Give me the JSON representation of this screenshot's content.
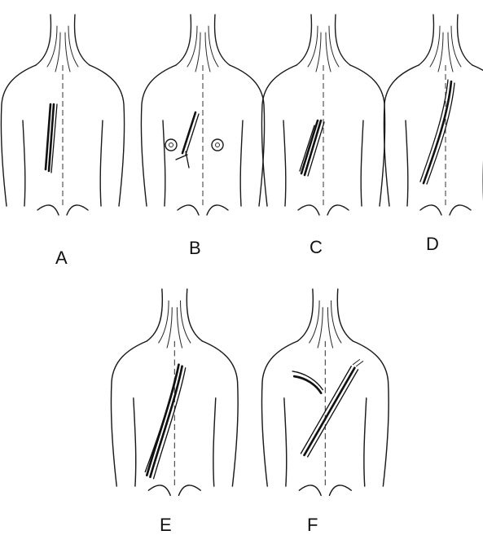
{
  "panels": [
    {
      "id": "A",
      "label": "A"
    },
    {
      "id": "B",
      "label": "B"
    },
    {
      "id": "C",
      "label": "C"
    },
    {
      "id": "D",
      "label": "D"
    },
    {
      "id": "E",
      "label": "E"
    },
    {
      "id": "F",
      "label": "F"
    }
  ],
  "colors": {
    "ink": "#1a1a1a",
    "background": "#ffffff"
  }
}
